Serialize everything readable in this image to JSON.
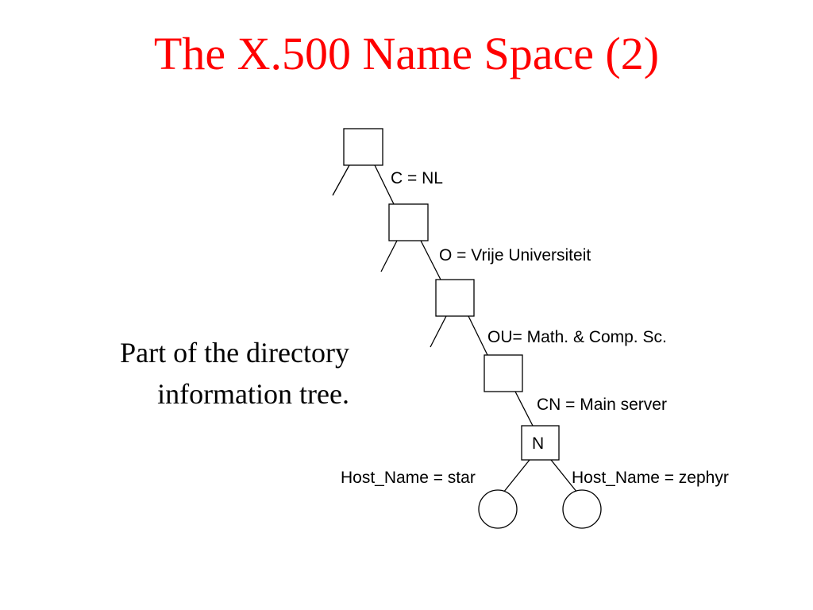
{
  "slide": {
    "title": "The X.500 Name Space (2)",
    "title_color": "#ff0000",
    "caption_line1": "Part of the directory",
    "caption_line2": "information tree."
  },
  "tree": {
    "labels": {
      "c": "C = NL",
      "o": "O = Vrije Universiteit",
      "ou": "OU= Math. & Comp. Sc.",
      "cn": "CN = Main server",
      "host_star": "Host_Name = star",
      "host_zephyr": "Host_Name = zephyr"
    },
    "node_n_label": "N"
  }
}
